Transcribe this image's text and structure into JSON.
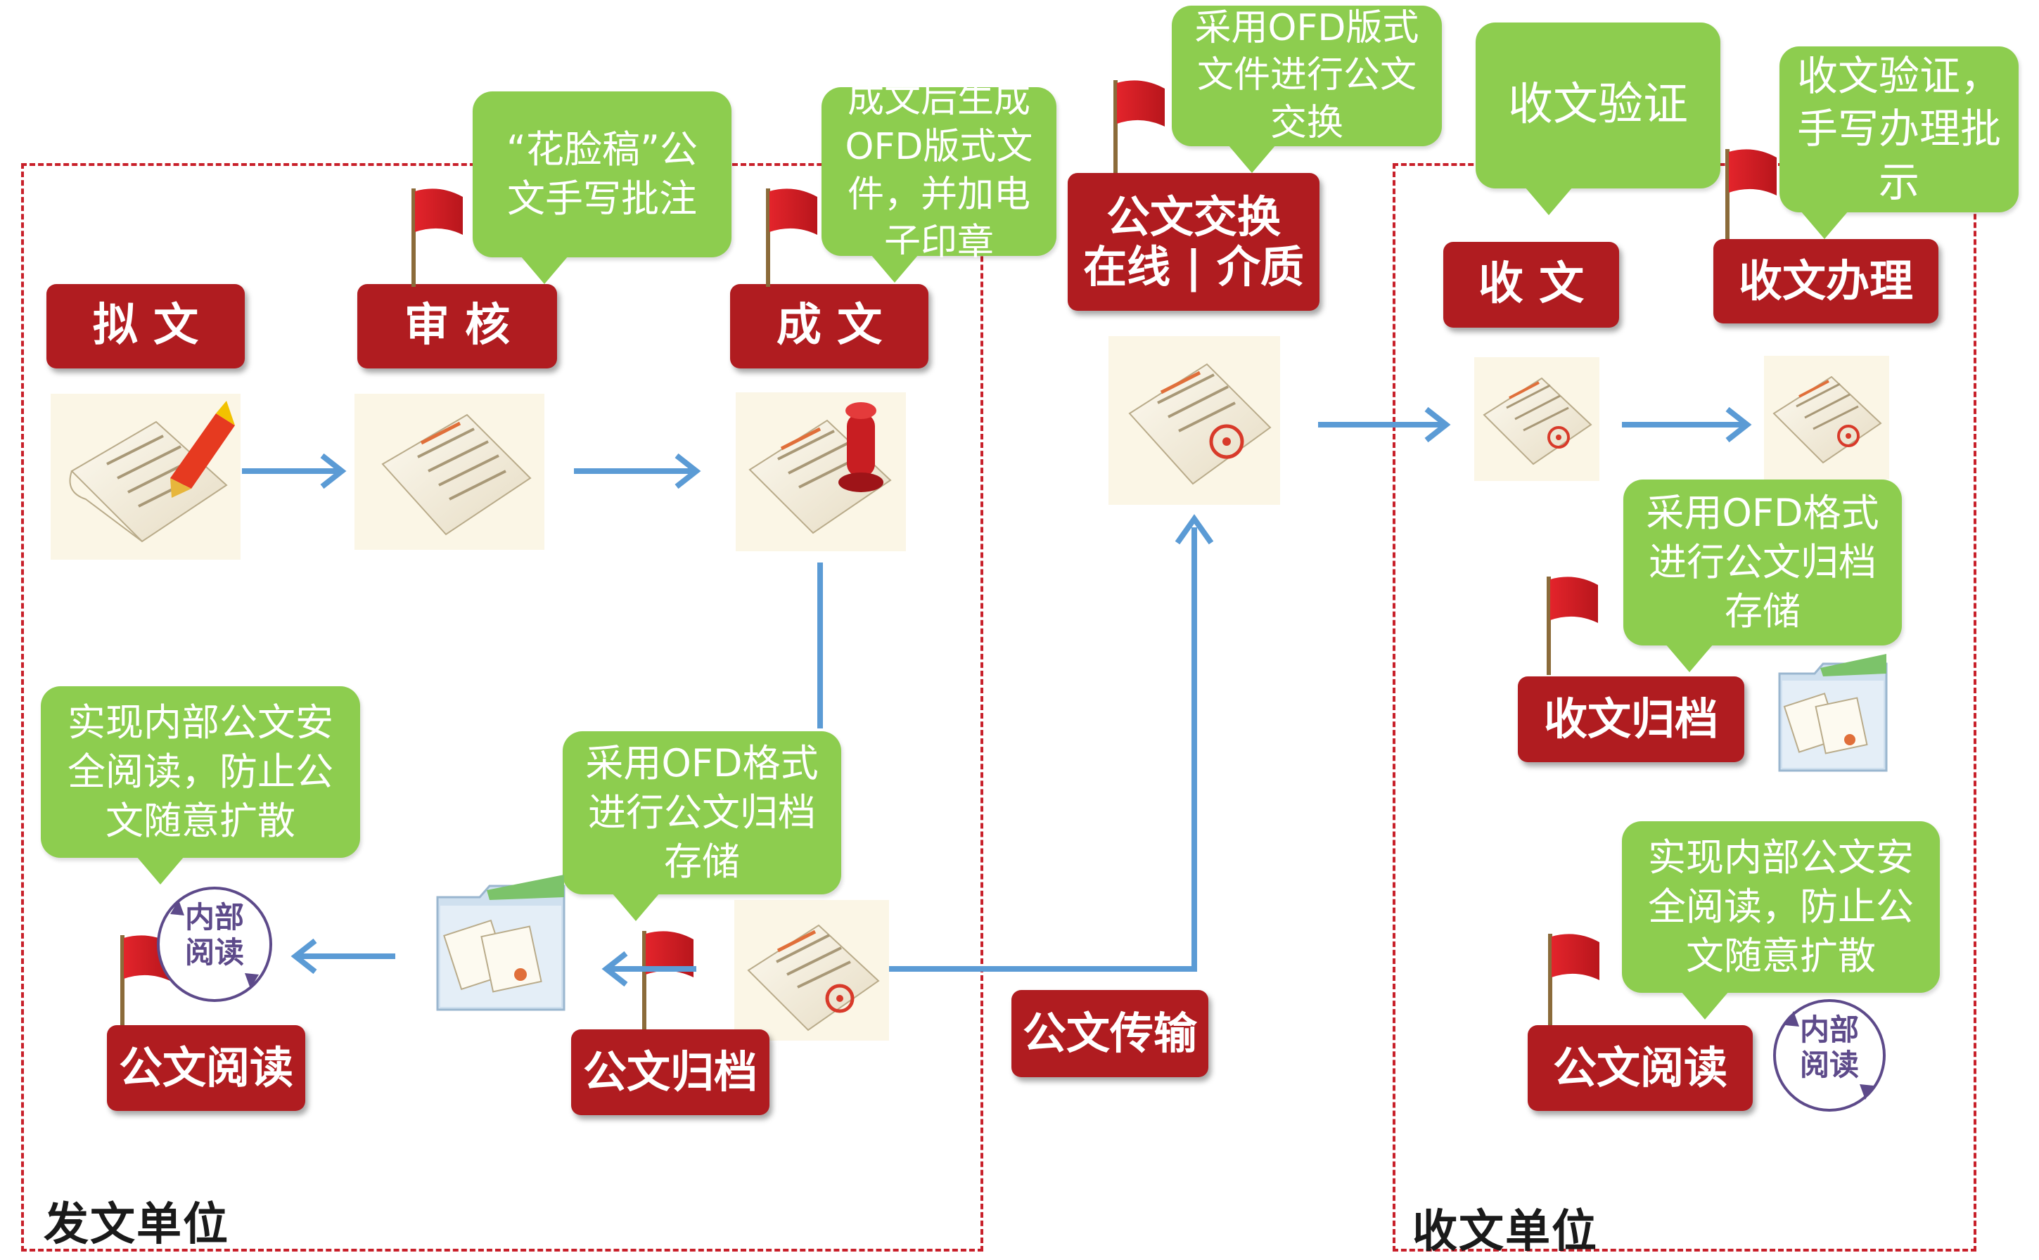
{
  "regions": {
    "sender_label": "发文单位",
    "receiver_label": "收文单位"
  },
  "steps": {
    "draft": "拟 文",
    "review": "审 核",
    "finalize": "成 文",
    "exchange_line1": "公文交换",
    "exchange_line2": "在线 | 介质",
    "receive": "收 文",
    "receive_handle": "收文办理",
    "receive_archive": "收文归档",
    "receive_read": "公文阅读",
    "send_read": "公文阅读",
    "send_archive": "公文归档",
    "transfer": "公文传输"
  },
  "notes": {
    "review_note": "“花脸稿”公文手写批注",
    "finalize_note": "成文后生成OFD版式文件，并加电子印章",
    "exchange_note": "采用OFD版式文件进行公文交换",
    "verify_note": "收文验证",
    "handle_note": "收文验证，手写办理批示",
    "receive_archive_note": "采用OFD格式进行公文归档存储",
    "receive_read_note": "实现内部公文安全阅读，防止公文随意扩散",
    "send_read_note": "实现内部公文安全阅读，防止公文随意扩散",
    "send_archive_note": "采用OFD格式进行公文归档存储"
  },
  "icon_text": {
    "internal_read_line1": "内部",
    "internal_read_line2": "阅读"
  },
  "colors": {
    "red_box": "#b01c20",
    "green_bubble": "#8dcd4f",
    "arrow_blue": "#5b9bd5",
    "dashed_border": "#c8202a"
  }
}
